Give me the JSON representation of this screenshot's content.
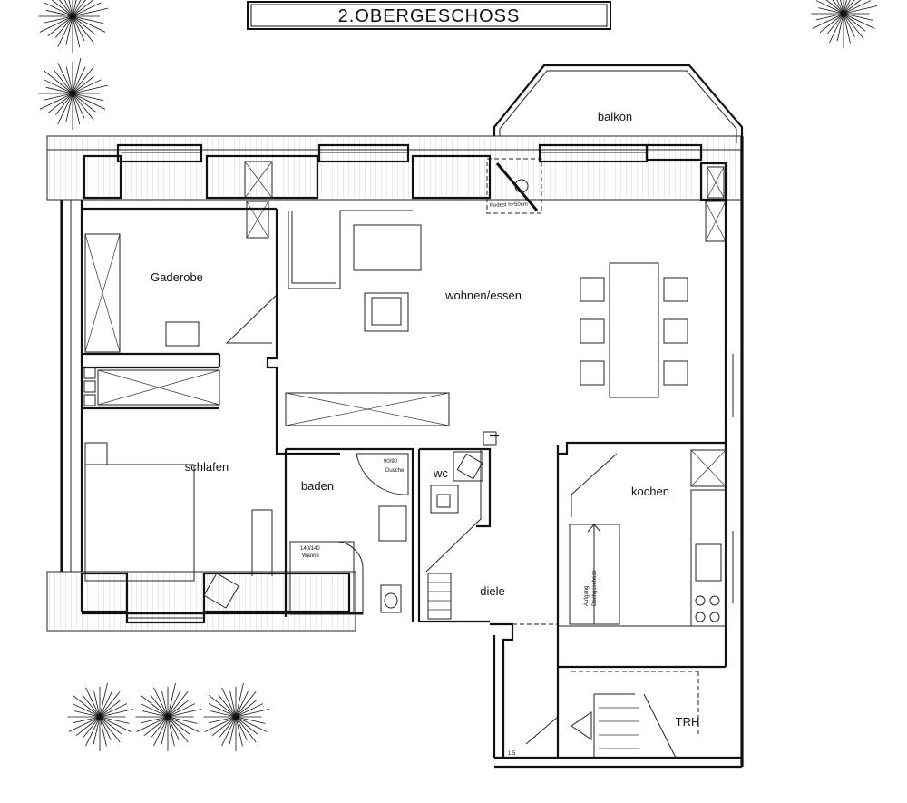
{
  "title": "2.OBERGESCHOSS",
  "rooms": {
    "balkon": "balkon",
    "gaderobe": "Gaderobe",
    "wohnen_essen": "wohnen/essen",
    "schlafen": "schlafen",
    "baden": "baden",
    "wc": "wc",
    "kochen": "kochen",
    "diele": "diele",
    "trh": "TRH"
  },
  "annotations": {
    "dusche_size": "90/90",
    "dusche": "Dusche",
    "wanne_size": "140/140",
    "wanne": "Wanne",
    "aufgang": "Aufgang",
    "dachgeschoss": "Dachgeschoss",
    "podest": "Podest h=50cm",
    "dim_label": "1.5"
  },
  "icons": [
    "tree-symbol",
    "door-swing",
    "stair-arrow",
    "window"
  ]
}
